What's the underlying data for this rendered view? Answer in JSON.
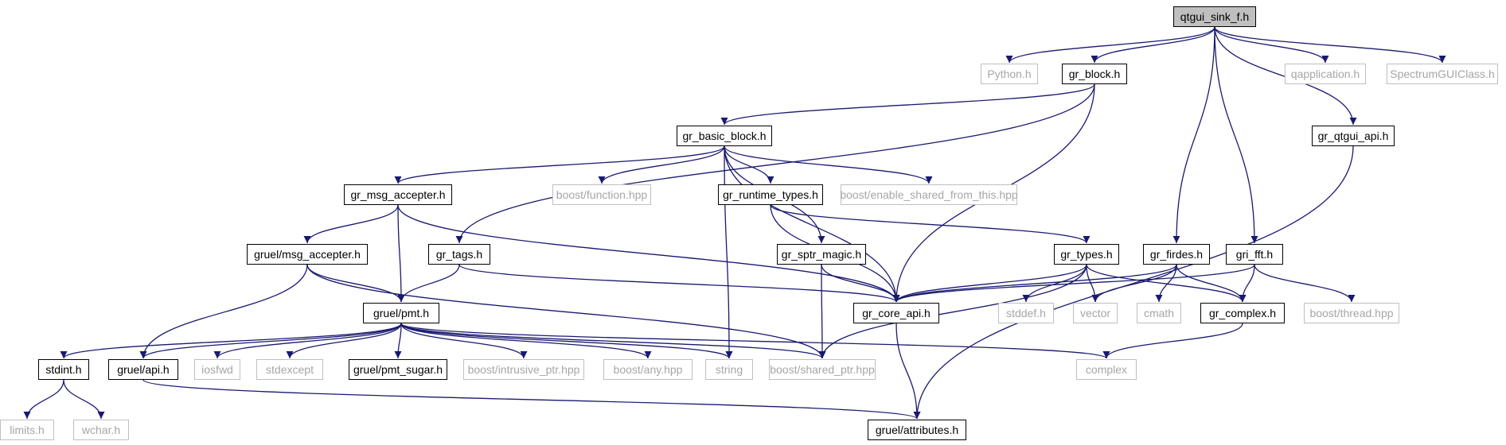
{
  "colors": {
    "edge": "#191970",
    "local_border": "#000000",
    "ext_border": "#bfbfbf",
    "ext_text": "#a6a6a6",
    "root_fill": "#bfbfbf"
  },
  "nodes": [
    {
      "id": "qtgui_sink_f",
      "label": "qtgui_sink_f.h",
      "kind": "root"
    },
    {
      "id": "python",
      "label": "Python.h",
      "kind": "ext"
    },
    {
      "id": "gr_block",
      "label": "gr_block.h",
      "kind": "local"
    },
    {
      "id": "qapplication",
      "label": "qapplication.h",
      "kind": "ext"
    },
    {
      "id": "spectrumgui",
      "label": "SpectrumGUIClass.h",
      "kind": "ext"
    },
    {
      "id": "gr_basic_block",
      "label": "gr_basic_block.h",
      "kind": "local"
    },
    {
      "id": "gr_qtgui_api",
      "label": "gr_qtgui_api.h",
      "kind": "local"
    },
    {
      "id": "gr_msg_accepter",
      "label": "gr_msg_accepter.h",
      "kind": "local"
    },
    {
      "id": "boost_function",
      "label": "boost/function.hpp",
      "kind": "ext"
    },
    {
      "id": "gr_runtime_types",
      "label": "gr_runtime_types.h",
      "kind": "local"
    },
    {
      "id": "boost_esft",
      "label": "boost/enable_shared_from_this.hpp",
      "kind": "ext"
    },
    {
      "id": "gruel_msg_accepter",
      "label": "gruel/msg_accepter.h",
      "kind": "local"
    },
    {
      "id": "gr_tags",
      "label": "gr_tags.h",
      "kind": "local"
    },
    {
      "id": "gr_sptr_magic",
      "label": "gr_sptr_magic.h",
      "kind": "local"
    },
    {
      "id": "gr_types",
      "label": "gr_types.h",
      "kind": "local"
    },
    {
      "id": "gr_firdes",
      "label": "gr_firdes.h",
      "kind": "local"
    },
    {
      "id": "gri_fft",
      "label": "gri_fft.h",
      "kind": "local"
    },
    {
      "id": "gruel_pmt",
      "label": "gruel/pmt.h",
      "kind": "local"
    },
    {
      "id": "gr_core_api",
      "label": "gr_core_api.h",
      "kind": "local"
    },
    {
      "id": "stddef",
      "label": "stddef.h",
      "kind": "ext"
    },
    {
      "id": "vector",
      "label": "vector",
      "kind": "ext"
    },
    {
      "id": "cmath",
      "label": "cmath",
      "kind": "ext"
    },
    {
      "id": "gr_complex",
      "label": "gr_complex.h",
      "kind": "local"
    },
    {
      "id": "boost_thread",
      "label": "boost/thread.hpp",
      "kind": "ext"
    },
    {
      "id": "stdint",
      "label": "stdint.h",
      "kind": "local"
    },
    {
      "id": "gruel_api",
      "label": "gruel/api.h",
      "kind": "local"
    },
    {
      "id": "iosfwd",
      "label": "iosfwd",
      "kind": "ext"
    },
    {
      "id": "stdexcept",
      "label": "stdexcept",
      "kind": "ext"
    },
    {
      "id": "gruel_pmt_sugar",
      "label": "gruel/pmt_sugar.h",
      "kind": "local"
    },
    {
      "id": "boost_intrusive",
      "label": "boost/intrusive_ptr.hpp",
      "kind": "ext"
    },
    {
      "id": "boost_any",
      "label": "boost/any.hpp",
      "kind": "ext"
    },
    {
      "id": "string",
      "label": "string",
      "kind": "ext"
    },
    {
      "id": "boost_shared",
      "label": "boost/shared_ptr.hpp",
      "kind": "ext"
    },
    {
      "id": "complex",
      "label": "complex",
      "kind": "ext"
    },
    {
      "id": "limits",
      "label": "limits.h",
      "kind": "ext"
    },
    {
      "id": "wchar",
      "label": "wchar.h",
      "kind": "ext"
    },
    {
      "id": "gruel_attributes",
      "label": "gruel/attributes.h",
      "kind": "local"
    }
  ],
  "edges": [
    [
      "qtgui_sink_f",
      "python"
    ],
    [
      "qtgui_sink_f",
      "gr_block"
    ],
    [
      "qtgui_sink_f",
      "qapplication"
    ],
    [
      "qtgui_sink_f",
      "spectrumgui"
    ],
    [
      "qtgui_sink_f",
      "gr_qtgui_api"
    ],
    [
      "qtgui_sink_f",
      "gr_firdes"
    ],
    [
      "qtgui_sink_f",
      "gri_fft"
    ],
    [
      "gr_block",
      "gr_basic_block"
    ],
    [
      "gr_block",
      "gr_tags"
    ],
    [
      "gr_block",
      "gr_core_api"
    ],
    [
      "gr_basic_block",
      "gr_msg_accepter"
    ],
    [
      "gr_basic_block",
      "boost_function"
    ],
    [
      "gr_basic_block",
      "gr_runtime_types"
    ],
    [
      "gr_basic_block",
      "boost_esft"
    ],
    [
      "gr_basic_block",
      "gr_sptr_magic"
    ],
    [
      "gr_basic_block",
      "string"
    ],
    [
      "gr_basic_block",
      "gr_core_api"
    ],
    [
      "gr_qtgui_api",
      "gruel_attributes"
    ],
    [
      "gr_msg_accepter",
      "gruel_msg_accepter"
    ],
    [
      "gr_msg_accepter",
      "gruel_pmt"
    ],
    [
      "gr_msg_accepter",
      "gr_core_api"
    ],
    [
      "gr_runtime_types",
      "gr_types"
    ],
    [
      "gr_runtime_types",
      "gr_core_api"
    ],
    [
      "gruel_msg_accepter",
      "gruel_pmt"
    ],
    [
      "gruel_msg_accepter",
      "gruel_api"
    ],
    [
      "gruel_msg_accepter",
      "boost_shared"
    ],
    [
      "gr_tags",
      "gruel_pmt"
    ],
    [
      "gr_tags",
      "gr_core_api"
    ],
    [
      "gr_sptr_magic",
      "gr_core_api"
    ],
    [
      "gr_sptr_magic",
      "boost_shared"
    ],
    [
      "gr_types",
      "gr_core_api"
    ],
    [
      "gr_types",
      "stddef"
    ],
    [
      "gr_types",
      "vector"
    ],
    [
      "gr_types",
      "gr_complex"
    ],
    [
      "gr_types",
      "boost_shared"
    ],
    [
      "gr_firdes",
      "gr_core_api"
    ],
    [
      "gr_firdes",
      "vector"
    ],
    [
      "gr_firdes",
      "cmath"
    ],
    [
      "gr_firdes",
      "gr_complex"
    ],
    [
      "gri_fft",
      "gr_core_api"
    ],
    [
      "gri_fft",
      "gr_complex"
    ],
    [
      "gri_fft",
      "boost_thread"
    ],
    [
      "gruel_pmt",
      "stdint"
    ],
    [
      "gruel_pmt",
      "gruel_api"
    ],
    [
      "gruel_pmt",
      "iosfwd"
    ],
    [
      "gruel_pmt",
      "stdexcept"
    ],
    [
      "gruel_pmt",
      "gruel_pmt_sugar"
    ],
    [
      "gruel_pmt",
      "boost_intrusive"
    ],
    [
      "gruel_pmt",
      "boost_any"
    ],
    [
      "gruel_pmt",
      "string"
    ],
    [
      "gruel_pmt",
      "boost_shared"
    ],
    [
      "gruel_pmt",
      "complex"
    ],
    [
      "gr_core_api",
      "gruel_attributes"
    ],
    [
      "gr_complex",
      "complex"
    ],
    [
      "stdint",
      "limits"
    ],
    [
      "stdint",
      "wchar"
    ],
    [
      "gruel_api",
      "gruel_attributes"
    ]
  ]
}
